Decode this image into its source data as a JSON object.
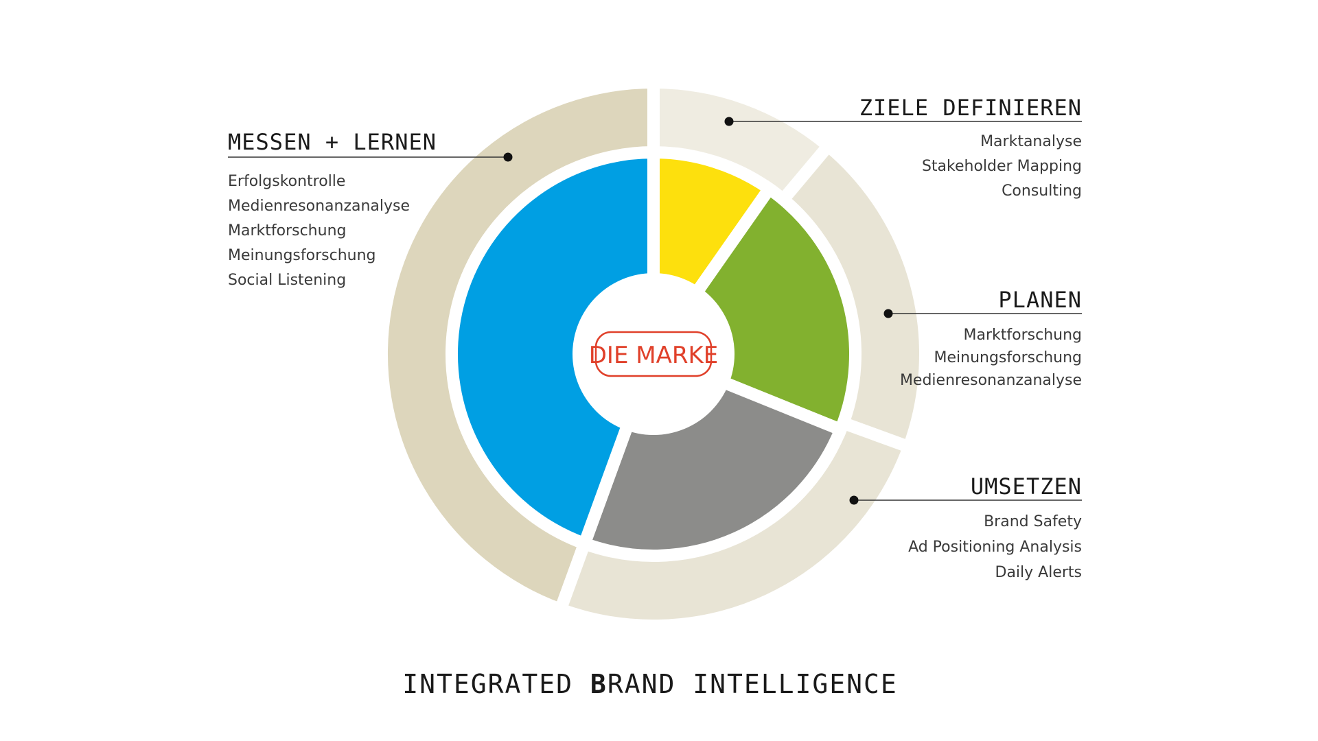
{
  "colors": {
    "outer_strong": "#ddd6bc",
    "outer_light": "#efece1",
    "outer_mid": "#e8e4d5",
    "yellow": "#fde00d",
    "green": "#82b12f",
    "gray": "#8c8c8a",
    "blue": "#009fe3",
    "brand_red": "#e0402a",
    "line": "#333333"
  },
  "center": {
    "label": "DIE MARKE"
  },
  "sections": {
    "ziele": {
      "title": "ZIELE DEFINIEREN",
      "items": [
        "Marktanalyse",
        "Stakeholder Mapping",
        "Consulting"
      ]
    },
    "planen": {
      "title": "PLANEN",
      "items": [
        "Marktforschung",
        "Meinungsforschung",
        "Medienresonanzanalyse"
      ]
    },
    "umsetzen": {
      "title": "UMSETZEN",
      "items": [
        "Brand Safety",
        "Ad Positioning Analysis",
        "Daily Alerts"
      ]
    },
    "messen": {
      "title": "MESSEN + LERNEN",
      "items": [
        "Erfolgskontrolle",
        "Medienresonanzanalyse",
        "Marktforschung",
        "Meinungsforschung",
        "Social Listening"
      ]
    }
  },
  "footer": {
    "part1": "INTEGRATED ",
    "part2": "B",
    "part3": "RAND INTELLIGENCE"
  }
}
